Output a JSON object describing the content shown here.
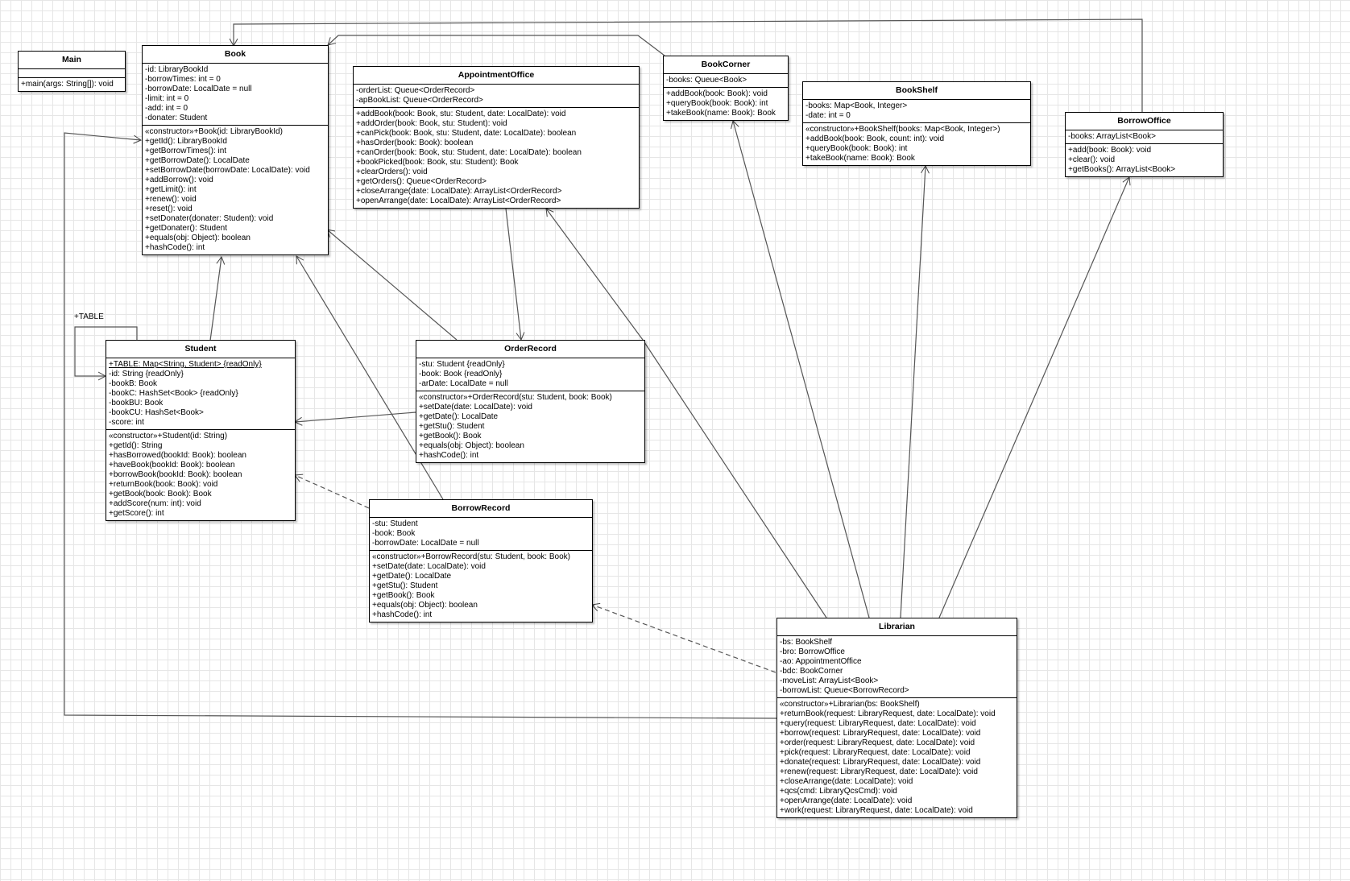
{
  "diagram": {
    "self_assoc_label": "+TABLE",
    "classes": [
      {
        "id": "main",
        "name": "Main",
        "attributes": [],
        "methods": [
          "+main(args: String[]): void"
        ]
      },
      {
        "id": "book",
        "name": "Book",
        "attributes": [
          "-id: LibraryBookId",
          "-borrowTimes: int = 0",
          "-borrowDate: LocalDate = null",
          "-limit: int = 0",
          "-add: int = 0",
          "-donater: Student"
        ],
        "methods": [
          "«constructor»+Book(id: LibraryBookId)",
          "+getId(): LibraryBookId",
          "+getBorrowTimes(): int",
          "+getBorrowDate(): LocalDate",
          "+setBorrowDate(borrowDate: LocalDate): void",
          "+addBorrow(): void",
          "+getLimit(): int",
          "+renew(): void",
          "+reset(): void",
          "+setDonater(donater: Student): void",
          "+getDonater(): Student",
          "+equals(obj: Object): boolean",
          "+hashCode(): int"
        ]
      },
      {
        "id": "appointmentoffice",
        "name": "AppointmentOffice",
        "attributes": [
          "-orderList: Queue<OrderRecord>",
          "-apBookList: Queue<OrderRecord>"
        ],
        "methods": [
          "+addBook(book: Book, stu: Student, date: LocalDate): void",
          "+addOrder(book: Book, stu: Student): void",
          "+canPick(book: Book, stu: Student, date: LocalDate): boolean",
          "+hasOrder(book: Book): boolean",
          "+canOrder(book: Book, stu: Student, date: LocalDate): boolean",
          "+bookPicked(book: Book, stu: Student): Book",
          "+clearOrders(): void",
          "+getOrders(): Queue<OrderRecord>",
          "+closeArrange(date: LocalDate): ArrayList<OrderRecord>",
          "+openArrange(date: LocalDate): ArrayList<OrderRecord>"
        ]
      },
      {
        "id": "bookcorner",
        "name": "BookCorner",
        "attributes": [
          "-books: Queue<Book>"
        ],
        "methods": [
          "+addBook(book: Book): void",
          "+queryBook(book: Book): int",
          "+takeBook(name: Book): Book"
        ]
      },
      {
        "id": "bookshelf",
        "name": "BookShelf",
        "attributes": [
          "-books: Map<Book, Integer>",
          "-date: int = 0"
        ],
        "methods": [
          "«constructor»+BookShelf(books: Map<Book, Integer>)",
          "+addBook(book: Book, count: int): void",
          "+queryBook(book: Book): int",
          "+takeBook(name: Book): Book"
        ]
      },
      {
        "id": "borrowoffice",
        "name": "BorrowOffice",
        "attributes": [
          "-books: ArrayList<Book>"
        ],
        "methods": [
          "+add(book: Book): void",
          "+clear(): void",
          "+getBooks(): ArrayList<Book>"
        ]
      },
      {
        "id": "student",
        "name": "Student",
        "attributes": [
          "+TABLE: Map<String, Student> {readOnly}",
          "-id: String {readOnly}",
          "-bookB: Book",
          "-bookC: HashSet<Book> {readOnly}",
          "-bookBU: Book",
          "-bookCU: HashSet<Book>",
          "-score: int"
        ],
        "static_attribute_index": 0,
        "methods": [
          "«constructor»+Student(id: String)",
          "+getId(): String",
          "+hasBorrowed(bookId: Book): boolean",
          "+haveBook(bookId: Book): boolean",
          "+borrowBook(bookId: Book): boolean",
          "+returnBook(book: Book): void",
          "+getBook(book: Book): Book",
          "+addScore(num: int): void",
          "+getScore(): int"
        ]
      },
      {
        "id": "orderrecord",
        "name": "OrderRecord",
        "attributes": [
          "-stu: Student {readOnly}",
          "-book: Book {readOnly}",
          "-arDate: LocalDate = null"
        ],
        "methods": [
          "«constructor»+OrderRecord(stu: Student, book: Book)",
          "+setDate(date: LocalDate): void",
          "+getDate(): LocalDate",
          "+getStu(): Student",
          "+getBook(): Book",
          "+equals(obj: Object): boolean",
          "+hashCode(): int"
        ]
      },
      {
        "id": "borrowrecord",
        "name": "BorrowRecord",
        "attributes": [
          "-stu: Student",
          "-book: Book",
          "-borrowDate: LocalDate = null"
        ],
        "methods": [
          "«constructor»+BorrowRecord(stu: Student, book: Book)",
          "+setDate(date: LocalDate): void",
          "+getDate(): LocalDate",
          "+getStu(): Student",
          "+getBook(): Book",
          "+equals(obj: Object): boolean",
          "+hashCode(): int"
        ]
      },
      {
        "id": "librarian",
        "name": "Librarian",
        "attributes": [
          "-bs: BookShelf",
          "-bro: BorrowOffice",
          "-ao: AppointmentOffice",
          "-bdc: BookCorner",
          "-moveList: ArrayList<Book>",
          "-borrowList: Queue<BorrowRecord>"
        ],
        "methods": [
          "«constructor»+Librarian(bs: BookShelf)",
          "+returnBook(request: LibraryRequest, date: LocalDate): void",
          "+query(request: LibraryRequest, date: LocalDate): void",
          "+borrow(request: LibraryRequest, date: LocalDate): void",
          "+order(request: LibraryRequest, date: LocalDate): void",
          "+pick(request: LibraryRequest, date: LocalDate): void",
          "+donate(request: LibraryRequest, date: LocalDate): void",
          "+renew(request: LibraryRequest, date: LocalDate): void",
          "+closeArrange(date: LocalDate): void",
          "+qcs(cmd: LibraryQcsCmd): void",
          "+openArrange(date: LocalDate): void",
          "+work(request: LibraryRequest, date: LocalDate): void"
        ]
      }
    ],
    "relations": [
      {
        "from": "student",
        "to": "book",
        "style": "solid",
        "both_ends": true
      },
      {
        "from": "student",
        "to": "student",
        "style": "solid",
        "kind": "self"
      },
      {
        "from": "orderrecord",
        "to": "book",
        "style": "solid"
      },
      {
        "from": "orderrecord",
        "to": "student",
        "style": "solid"
      },
      {
        "from": "appointmentoffice",
        "to": "orderrecord",
        "style": "solid"
      },
      {
        "from": "borrowrecord",
        "to": "book",
        "style": "solid"
      },
      {
        "from": "borrowrecord",
        "to": "student",
        "style": "dashed"
      },
      {
        "from": "bookcorner",
        "to": "book",
        "style": "solid"
      },
      {
        "from": "borrowoffice",
        "to": "book",
        "style": "solid"
      },
      {
        "from": "librarian",
        "to": "book",
        "style": "solid"
      },
      {
        "from": "librarian",
        "to": "appointmentoffice",
        "style": "solid"
      },
      {
        "from": "librarian",
        "to": "bookcorner",
        "style": "solid"
      },
      {
        "from": "librarian",
        "to": "bookshelf",
        "style": "solid"
      },
      {
        "from": "librarian",
        "to": "borrowoffice",
        "style": "solid"
      },
      {
        "from": "librarian",
        "to": "borrowrecord",
        "style": "dashed"
      }
    ],
    "colors": {
      "line": "#555555",
      "border": "#000000",
      "grid": "#e6e6e6"
    }
  }
}
